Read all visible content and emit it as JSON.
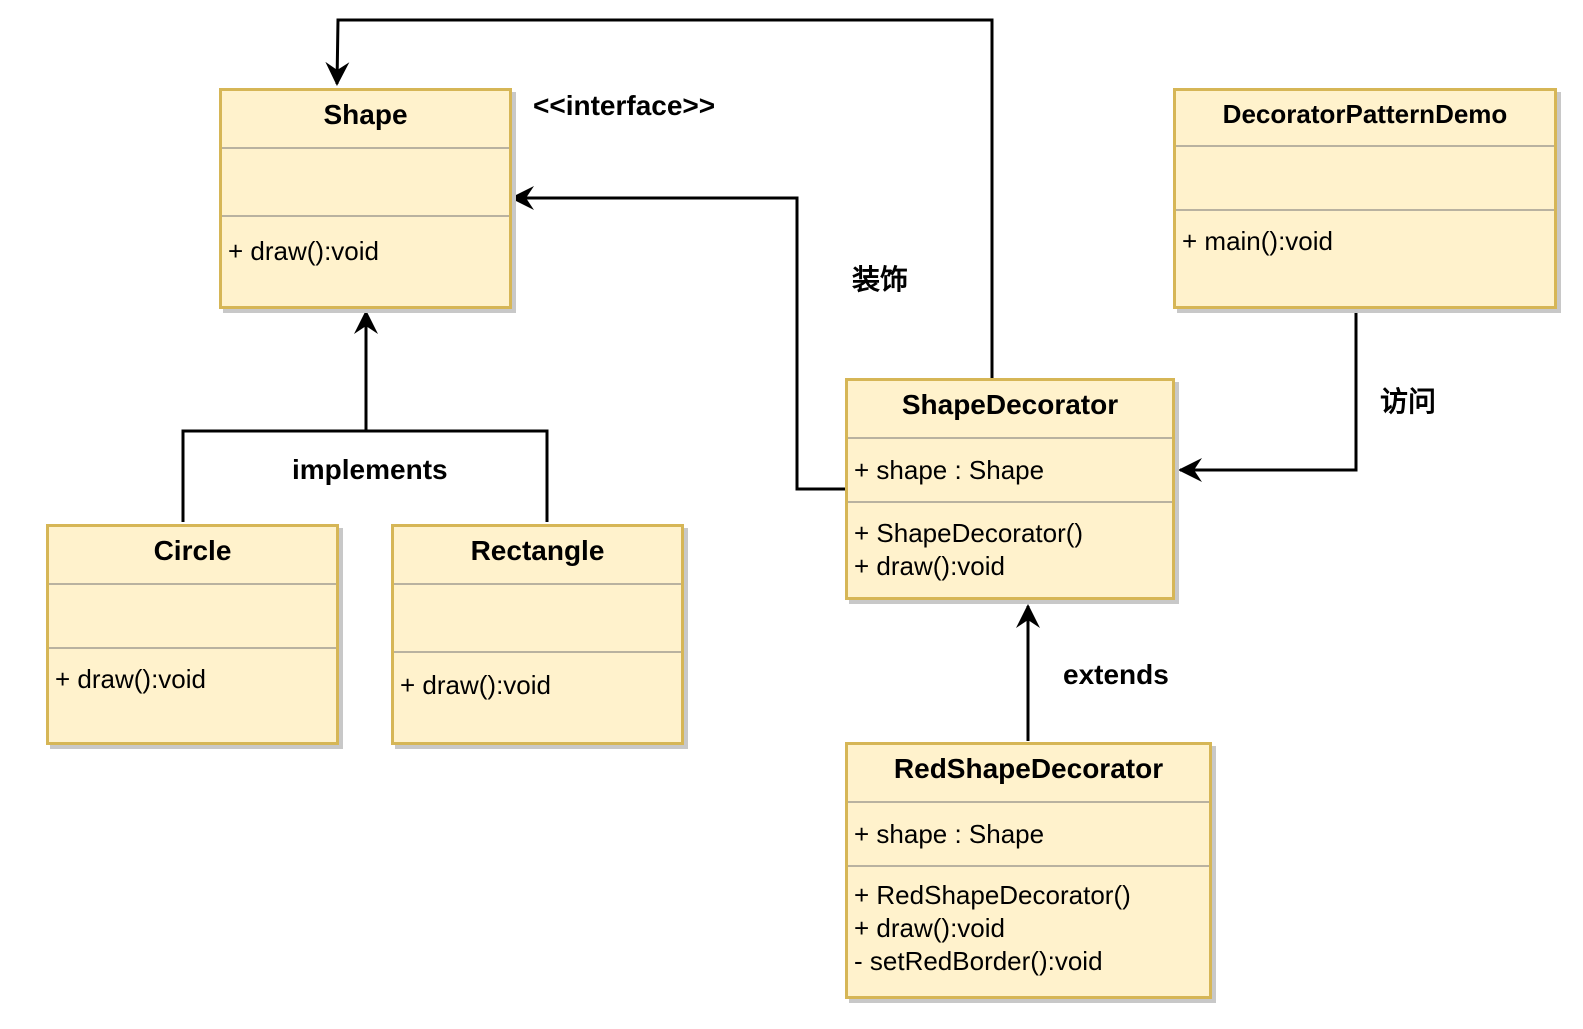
{
  "classes": {
    "shape": {
      "name": "Shape",
      "attributes": [],
      "operations": [
        "+ draw():void"
      ]
    },
    "circle": {
      "name": "Circle",
      "attributes": [],
      "operations": [
        "+ draw():void"
      ]
    },
    "rectangle": {
      "name": "Rectangle",
      "attributes": [],
      "operations": [
        "+ draw():void"
      ]
    },
    "shape_decorator": {
      "name": "ShapeDecorator",
      "attributes": [
        "+ shape : Shape"
      ],
      "operations": [
        "+ ShapeDecorator()",
        "+ draw():void"
      ]
    },
    "red_shape_decorator": {
      "name": "RedShapeDecorator",
      "attributes": [
        "+ shape : Shape"
      ],
      "operations": [
        "+ RedShapeDecorator()",
        "+ draw():void",
        "- setRedBorder():void"
      ]
    },
    "demo": {
      "name": "DecoratorPatternDemo",
      "attributes": [],
      "operations": [
        "+ main():void"
      ]
    }
  },
  "labels": {
    "interface": "<<interface>>",
    "implements": "implements",
    "decorate": "装饰",
    "access": "访问",
    "extends": "extends"
  },
  "colors": {
    "fill": "#fff2cc",
    "border": "#d6b656",
    "line": "#000000"
  }
}
